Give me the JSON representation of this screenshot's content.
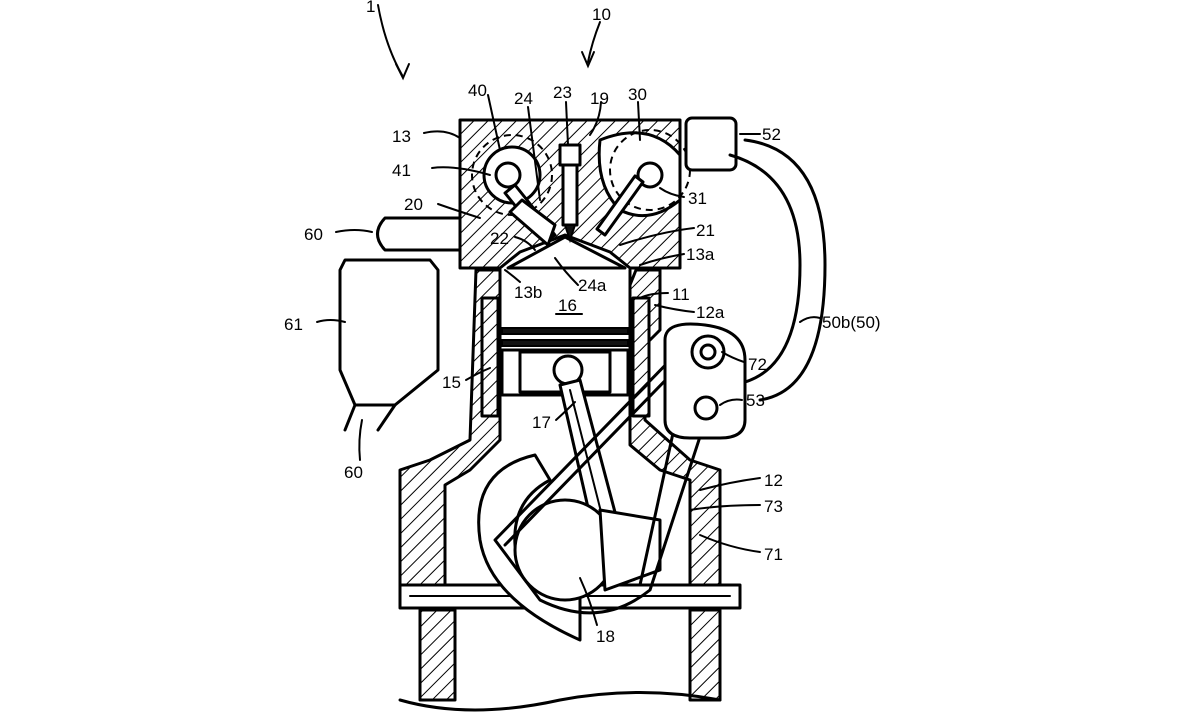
{
  "labels": {
    "l1": "1",
    "l10": "10",
    "l40": "40",
    "l24": "24",
    "l23": "23",
    "l19": "19",
    "l30": "30",
    "l52": "52",
    "l13": "13",
    "l41": "41",
    "l31": "31",
    "l20": "20",
    "l21": "21",
    "l60a": "60",
    "l22": "22",
    "l13a": "13a",
    "l24a": "24a",
    "l13b": "13b",
    "l11": "11",
    "l16": "16",
    "l12a": "12a",
    "l61": "61",
    "l50b": "50b(50)",
    "l72": "72",
    "l15": "15",
    "l53": "53",
    "l17": "17",
    "l60b": "60",
    "l12": "12",
    "l73": "73",
    "l71": "71",
    "l18": "18"
  }
}
